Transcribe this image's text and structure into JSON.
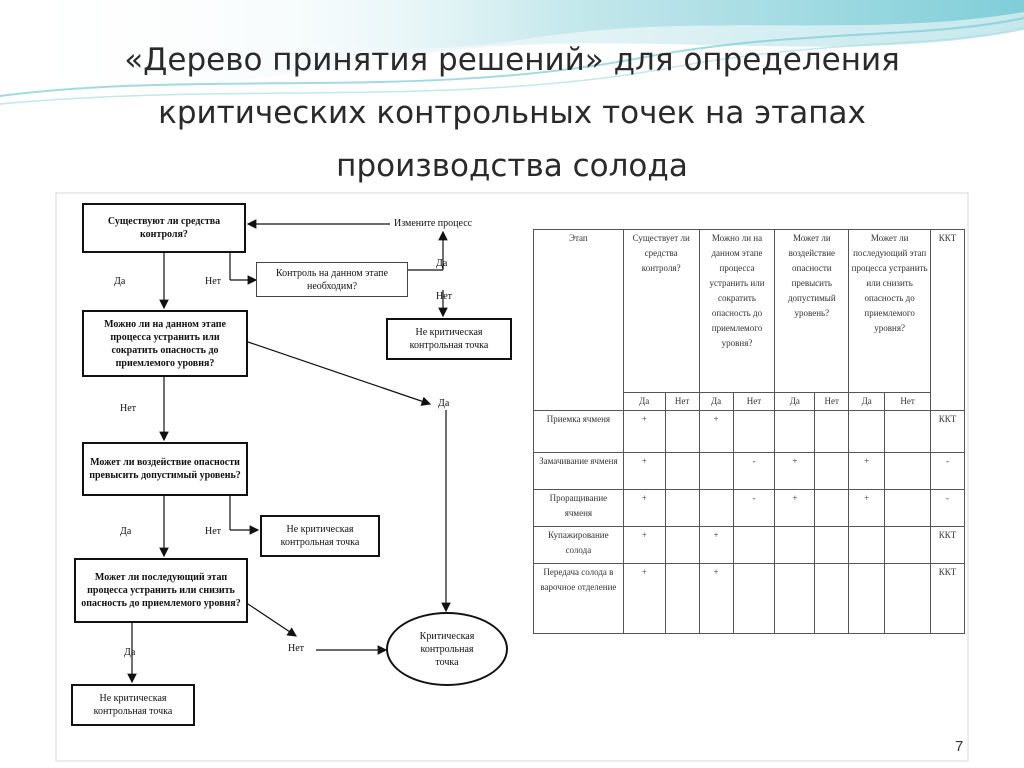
{
  "slide": {
    "title_lines": [
      "«Дерево принятия решений» для определения",
      "критических контрольных точек на этапах",
      "производства солода"
    ],
    "page_number": "7"
  },
  "flowchart": {
    "q1": "Существуют ли средства контроля?",
    "change_process": "Измените процесс",
    "control_needed": "Контроль на данном этапе необходим?",
    "q2": "Можно ли на данном этапе процесса устранить или сократить опасность до приемлемого уровня?",
    "q3": "Может ли воздействие опасности превысить допустимый уровень?",
    "q4": "Может ли последующий этап процесса устранить или снизить опасность до приемлемого уровня?",
    "ncp1": "Не критическая контрольная точка",
    "ncp2": "Не критическая контрольная точка",
    "ncp3": "Не критическая контрольная точка",
    "ccp": "Критическая контрольная точка",
    "yes": "Да",
    "no": "Нет"
  },
  "table": {
    "headers": [
      "Этап",
      "Существует ли средства контроля?",
      "Можно ли на данном этапе процесса устранить или сократить опасность до приемлемого уровня?",
      "Может ли воздействие опасности превысить допустимый уровень?",
      "Может ли последующий этап процесса устранить или снизить опасность до приемлемого уровня?",
      "ККТ"
    ],
    "subheaders": [
      "Да",
      "Нет",
      "Да",
      "Нет",
      "Да",
      "Нет",
      "Да",
      "Нет"
    ],
    "rows": [
      [
        "Приемка ячменя",
        "+",
        "",
        "+",
        "",
        "",
        "",
        "",
        "",
        "ККТ"
      ],
      [
        "Замачивание ячменя",
        "+",
        "",
        "",
        "-",
        "+",
        "",
        "+",
        "",
        "-"
      ],
      [
        "Проращивание ячменя",
        "+",
        "",
        "",
        "-",
        "+",
        "",
        "+",
        "",
        "-"
      ],
      [
        "Купажирование солода",
        "+",
        "",
        "+",
        "",
        "",
        "",
        "",
        "",
        "ККТ"
      ],
      [
        "Передача солода в варочное отделение",
        "+",
        "",
        "+",
        "",
        "",
        "",
        "",
        "",
        "ККТ"
      ]
    ]
  }
}
